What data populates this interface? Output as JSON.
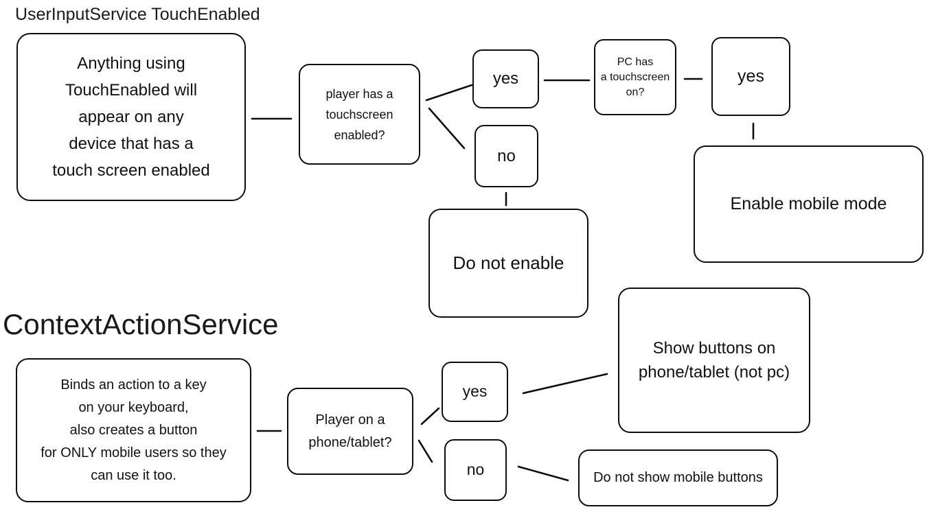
{
  "colors": {
    "ink": "#0d0d0d",
    "background": "#ffffff"
  },
  "sections": {
    "touch": {
      "title": "UserInputService TouchEnabled",
      "nodes": {
        "intro": "Anything using\nTouchEnabled will\nappear on any\ndevice that has a\ntouch screen enabled",
        "question": "player has a\ntouchscreen\nenabled?",
        "yes1": "yes",
        "no1": "no",
        "pc_question": "PC has\na touchscreen\non?",
        "yes2": "yes",
        "enable": "Enable mobile mode",
        "do_not_enable": "Do not enable"
      }
    },
    "context": {
      "title": "ContextActionService",
      "nodes": {
        "intro": "Binds an action to a key\non your keyboard,\nalso creates a button\nfor ONLY mobile users so they\ncan use it too.",
        "question": "Player on a\nphone/tablet?",
        "yes": "yes",
        "no": "no",
        "show": "Show buttons on\nphone/tablet (not pc)",
        "do_not_show": "Do not show mobile buttons"
      }
    }
  }
}
